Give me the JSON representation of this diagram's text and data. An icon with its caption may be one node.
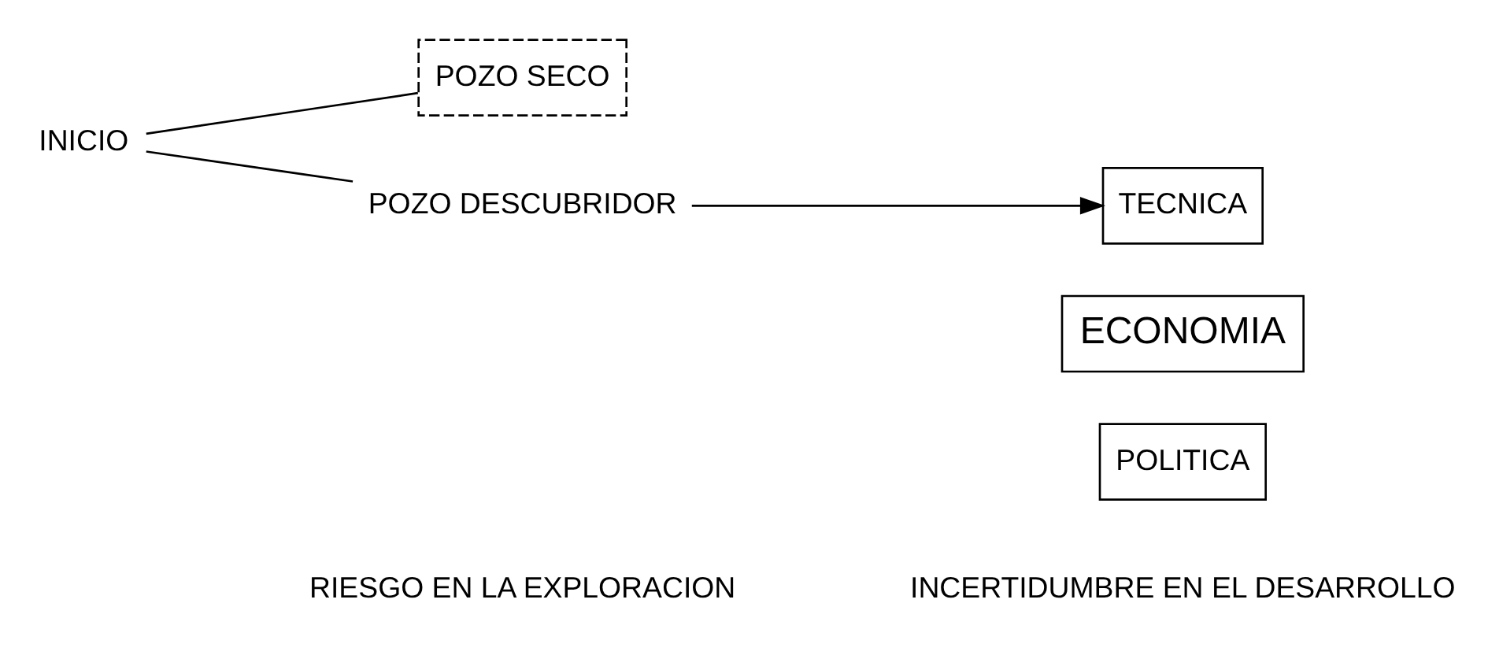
{
  "diagram": {
    "nodes": [
      {
        "text": [
          "INICIO"
        ]
      },
      {
        "text": [
          "POZO SECO"
        ]
      },
      {
        "text": [
          "POZO DESCUBRIDOR"
        ]
      },
      {
        "text": [
          "TECNICA"
        ]
      },
      {
        "text": [
          "ECONOMIA"
        ]
      },
      {
        "text": [
          "POLITICA"
        ]
      }
    ],
    "edges": [
      {
        "from": 0,
        "to": 1,
        "arrow": "none"
      },
      {
        "from": 0,
        "to": 2,
        "arrow": "none"
      },
      {
        "from": 2,
        "to": 3,
        "arrow": "to"
      }
    ],
    "labels": [
      "RIESGO EN LA EXPLORACION",
      "INCERTIDUMBRE EN EL DESARROLLO"
    ]
  }
}
